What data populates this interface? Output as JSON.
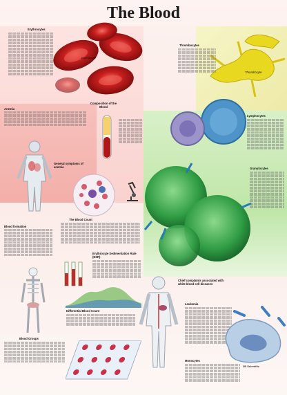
{
  "poster": {
    "title": "The Blood",
    "labels": {
      "erythrocytes": "Erythrocytes",
      "thrombocytes": "Thrombocytes",
      "erythrocyte_caption": "Erythrocyte",
      "thrombocyte_caption": "Thrombocyte",
      "composition": "Composition of the Blood",
      "anemia": "Anemia",
      "general_symptoms": "General symptoms of anemia",
      "lymphocytes": "Lymphocytes",
      "granulocytes": "Granulocytes",
      "blood_formation": "Blood formation",
      "blood_count": "The Blood Count",
      "esr": "Erythrocyte Sedimentation Rate (ESR)",
      "differential": "Differential Blood Count",
      "chief_complaints": "Chief complaints associated with white blood cell diseases",
      "leukemia": "Leukemia",
      "blood_groups": "Blood Groups",
      "monocytes": "Monocytes",
      "publisher": "3B Scientific"
    }
  }
}
